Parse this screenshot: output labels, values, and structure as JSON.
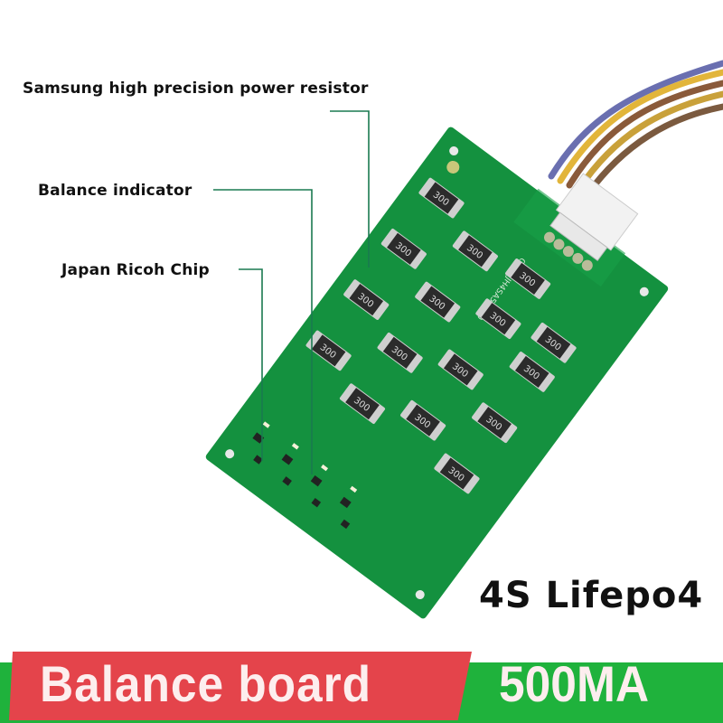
{
  "annotations": {
    "resistor": "Samsung high precision power resistor",
    "indicator": "Balance indicator",
    "chip": "Japan Ricoh Chip"
  },
  "board": {
    "silkscreen": "GZLS JH4SA5 V1.0",
    "resistor_marking": "300"
  },
  "product_type": "4S Lifepo4",
  "banner": {
    "left": "Balance board",
    "right": "500MA"
  },
  "colors": {
    "pcb": "#14913f",
    "banner_red": "#e4444b",
    "banner_green": "#1fb23c",
    "leader_line": "#1a7a50"
  }
}
